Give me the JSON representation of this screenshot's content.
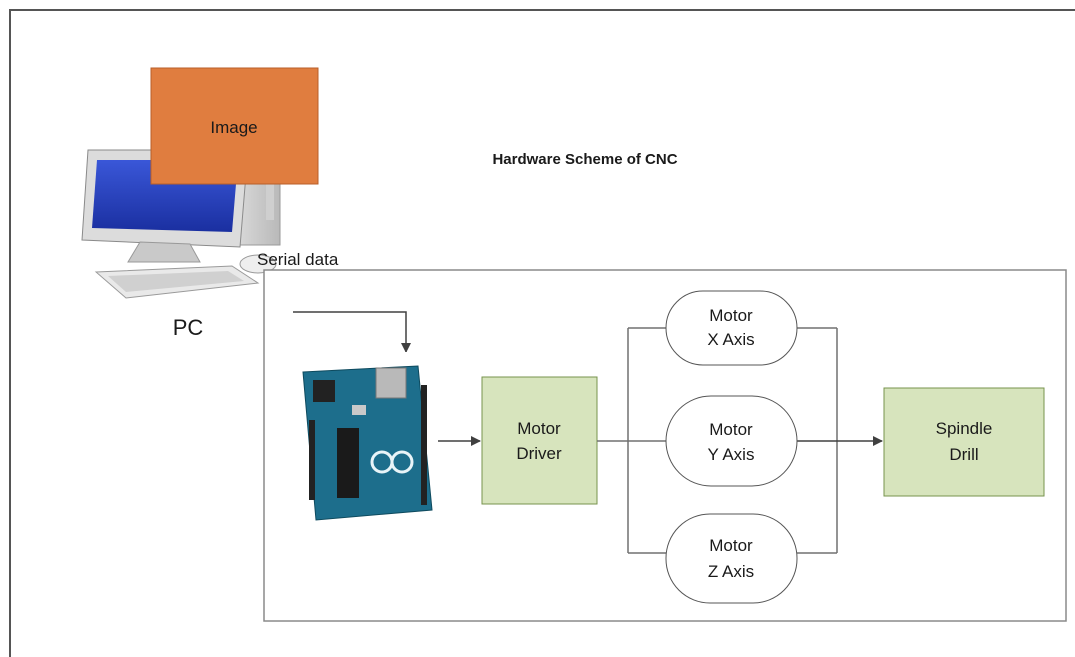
{
  "diagram": {
    "title": "Hardware Scheme of CNC",
    "pc": {
      "label": "PC",
      "screen_label": "Image"
    },
    "serial_label": "Serial data",
    "nodes": {
      "motor_driver": [
        "Motor",
        "Driver"
      ],
      "motor_x": [
        "Motor",
        "X Axis"
      ],
      "motor_y": [
        "Motor",
        "Y Axis"
      ],
      "motor_z": [
        "Motor",
        "Z Axis"
      ],
      "spindle": [
        "Spindle",
        "Drill"
      ]
    },
    "colors": {
      "orange_box": "#E07D3F",
      "green_box": "#D7E4BD",
      "green_border": "#77934D",
      "line": "#707070",
      "arrow": "#404040"
    }
  }
}
